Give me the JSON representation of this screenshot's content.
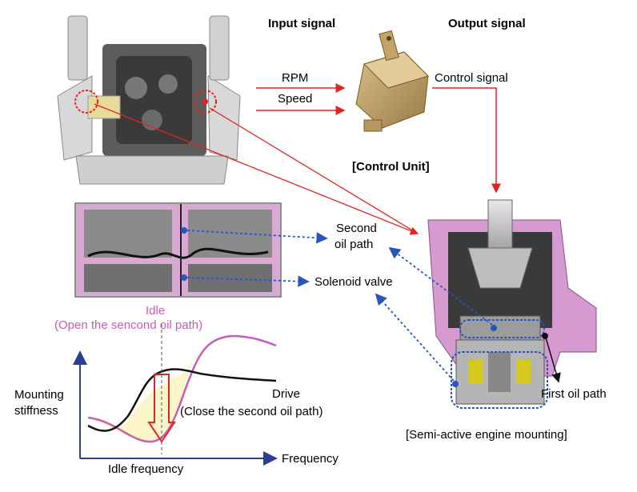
{
  "headers": {
    "input_signal": "Input signal",
    "output_signal": "Output signal"
  },
  "inputs": {
    "rpm": "RPM",
    "speed": "Speed"
  },
  "output": {
    "control_signal": "Control signal"
  },
  "control_unit_caption": "[Control Unit]",
  "callouts": {
    "second_oil_path_line1": "Second",
    "second_oil_path_line2": "oil path",
    "solenoid_valve": "Solenoid valve",
    "first_oil_path": "First oil path"
  },
  "mount_caption": "[Semi-active engine mounting]",
  "graph": {
    "idle_title": "Idle",
    "idle_subtitle": "(Open the sencond oil path)",
    "drive_title": "Drive",
    "drive_subtitle": "(Close the second oil path)",
    "ylabel_line1": "Mounting",
    "ylabel_line2": "stiffness",
    "xlabel": "Frequency",
    "x_marker": "Idle frequency"
  },
  "colors": {
    "signal_arrow": "#e02424",
    "dotted_callout": "#2a55b8",
    "idle_curve": "#c45fb4",
    "drive_curve": "#111111",
    "axis": "#2b3f8f",
    "fill_region": "#fbf5c4",
    "mount_body": "#d59ad0"
  }
}
